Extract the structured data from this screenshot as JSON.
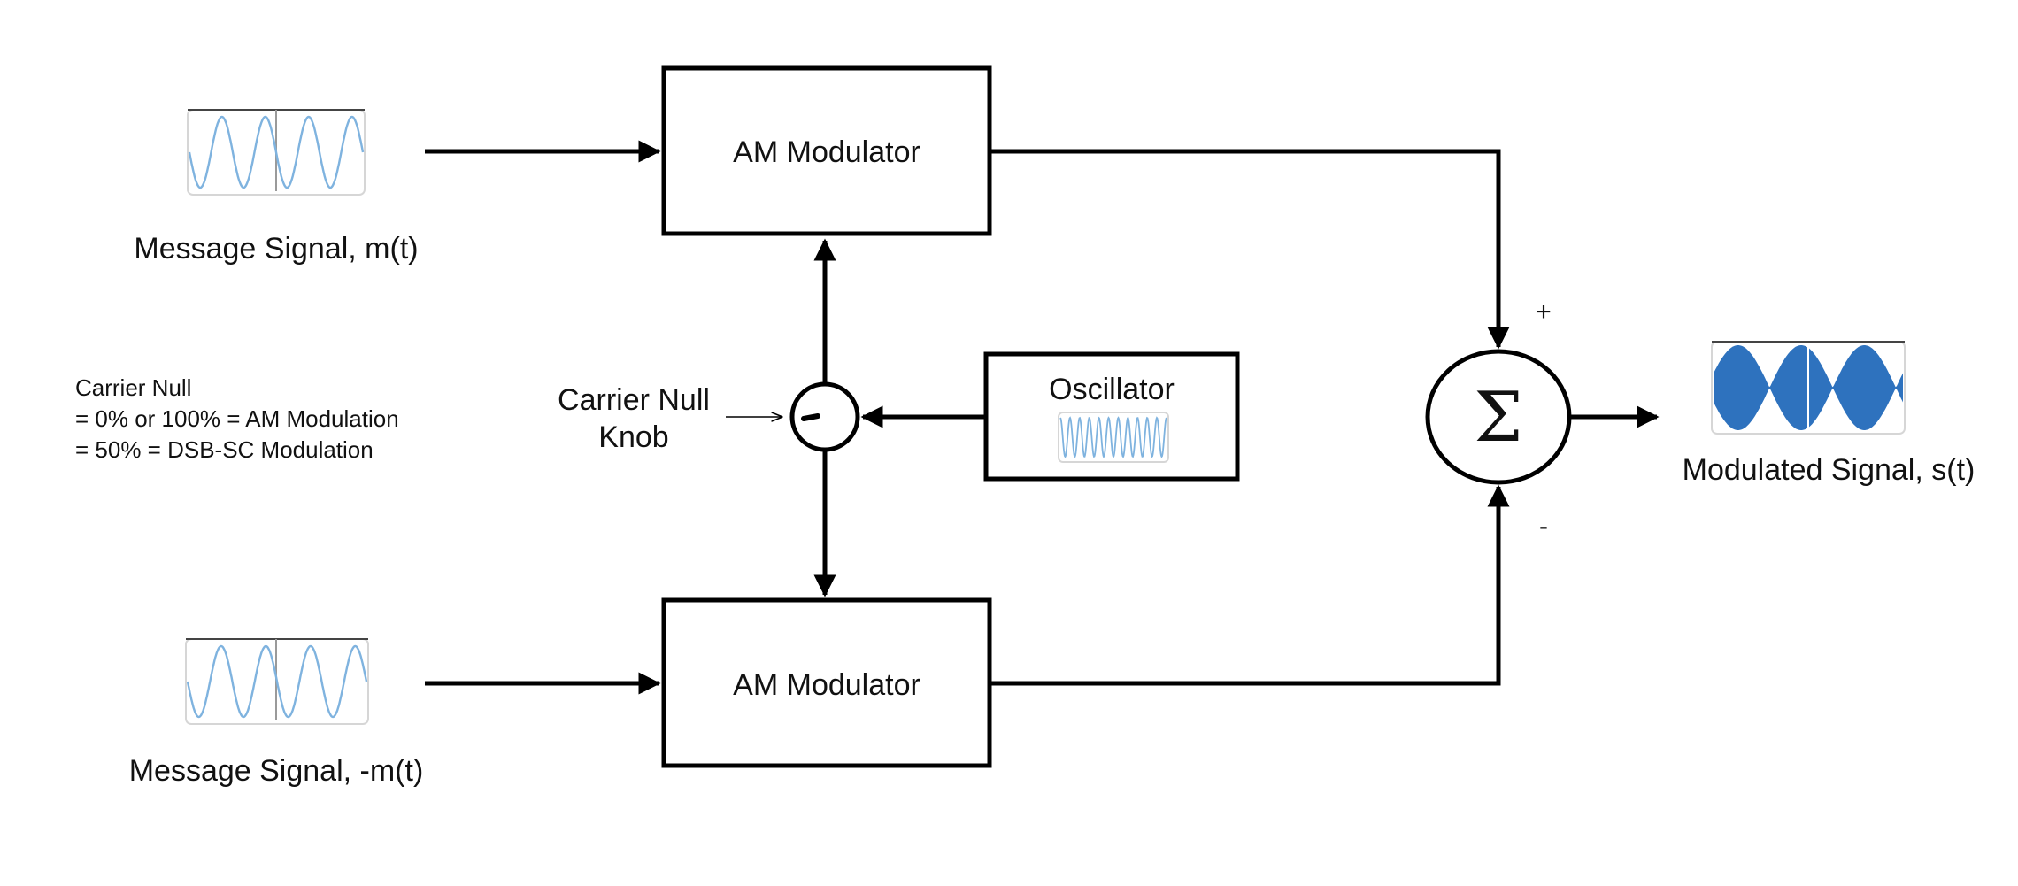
{
  "colors": {
    "line": "#000000",
    "wave": "#7fb3df",
    "modulated_fill": "#2e72be",
    "text": "#111111"
  },
  "inputs": [
    {
      "label": "Message Signal, m(t)",
      "icon": "sine-wave-thumbnail"
    },
    {
      "label": "Message Signal, -m(t)",
      "icon": "sine-wave-thumbnail"
    }
  ],
  "blocks": {
    "modulator_top": "AM Modulator",
    "modulator_bottom": "AM Modulator",
    "oscillator": "Oscillator",
    "oscillator_icon": "carrier-wave-thumbnail"
  },
  "knob": {
    "label_line1": "Carrier Null",
    "label_line2": "Knob",
    "icon": "rotary-knob-icon"
  },
  "summer": {
    "symbol": "Σ",
    "plus": "+",
    "minus": "-"
  },
  "output": {
    "label": "Modulated Signal, s(t)",
    "icon": "am-envelope-thumbnail"
  },
  "note": {
    "line1": "Carrier Null",
    "line2": "= 0% or 100% = AM Modulation",
    "line3": "= 50% = DSB-SC Modulation"
  }
}
